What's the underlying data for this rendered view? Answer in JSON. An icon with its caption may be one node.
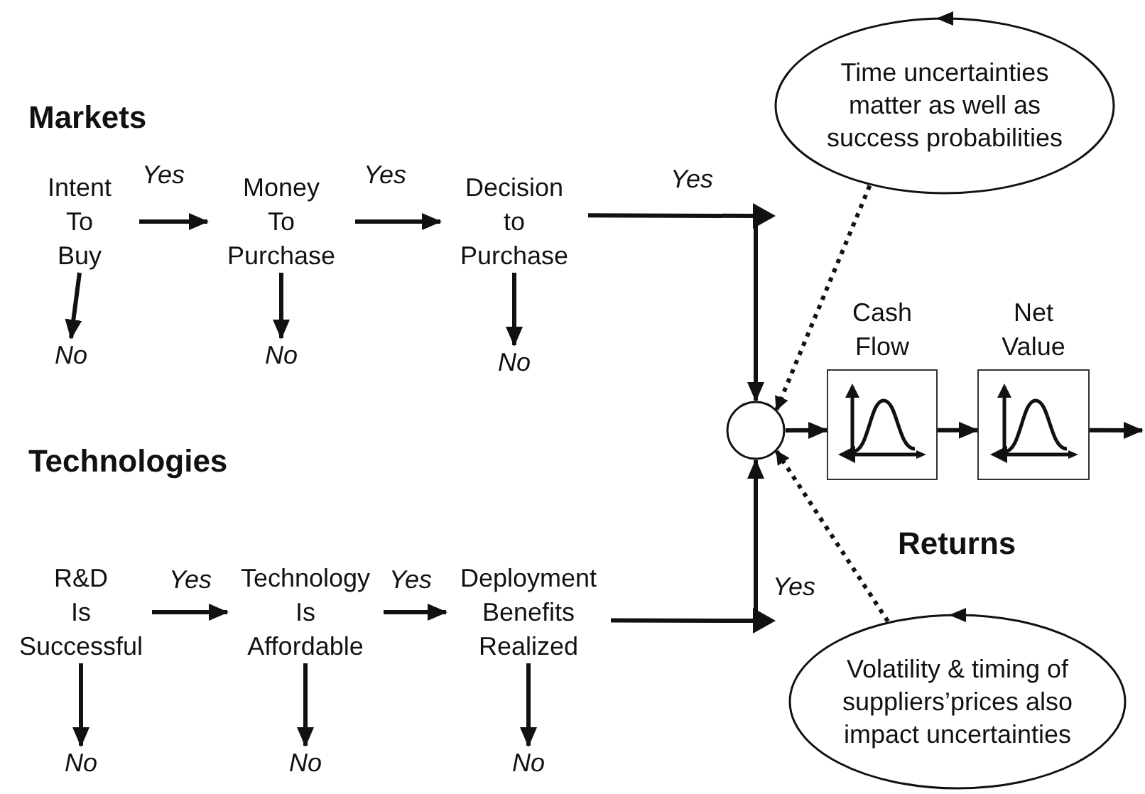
{
  "diagram": {
    "nodes": [
      {
        "text": [
          "Intent To Buy"
        ]
      },
      {
        "text": [
          "Money To Purchase"
        ]
      },
      {
        "text": [
          "Decision to Purchase"
        ]
      },
      {
        "text": [
          "No"
        ]
      },
      {
        "text": [
          "No"
        ]
      },
      {
        "text": [
          "No"
        ]
      },
      {
        "text": [
          "R&D Is Successful"
        ]
      },
      {
        "text": [
          "Technology Is Affordable"
        ]
      },
      {
        "text": [
          "Deployment Benefits Realized"
        ]
      },
      {
        "text": [
          "No"
        ]
      },
      {
        "text": [
          "No"
        ]
      },
      {
        "text": [
          "No"
        ]
      },
      {
        "text": [],
        "shape": "circle"
      },
      {
        "text": [
          "Cash Flow"
        ]
      },
      {
        "text": [
          "Net Value"
        ]
      },
      {
        "text": [
          "Time uncertainties matter as well as success probabilities"
        ]
      },
      {
        "text": [
          "Volatility & timing of suppliers’prices also impact uncertainties"
        ]
      }
    ],
    "edges": [
      {
        "from": 0,
        "to": 1,
        "arrow": "to",
        "label": "Yes"
      },
      {
        "from": 1,
        "to": 2,
        "arrow": "to",
        "label": "Yes"
      },
      {
        "from": 0,
        "to": 3,
        "arrow": "to"
      },
      {
        "from": 1,
        "to": 4,
        "arrow": "to"
      },
      {
        "from": 2,
        "to": 5,
        "arrow": "to"
      },
      {
        "from": 6,
        "to": 7,
        "arrow": "to",
        "label": "Yes"
      },
      {
        "from": 7,
        "to": 8,
        "arrow": "to",
        "label": "Yes"
      },
      {
        "from": 6,
        "to": 9,
        "arrow": "to"
      },
      {
        "from": 7,
        "to": 10,
        "arrow": "to"
      },
      {
        "from": 8,
        "to": 11,
        "arrow": "to"
      },
      {
        "from": 2,
        "to": 12,
        "arrow": "to",
        "label": "Yes"
      },
      {
        "from": 8,
        "to": 12,
        "arrow": "to",
        "label": "Yes"
      },
      {
        "from": 12,
        "to": 13,
        "arrow": "to"
      },
      {
        "from": 13,
        "to": 14,
        "arrow": "to"
      },
      {
        "from": 14,
        "to": null,
        "arrow": "to"
      },
      {
        "from": 15,
        "to": 12,
        "arrow": "to",
        "style": "dashed"
      },
      {
        "from": 16,
        "to": 12,
        "arrow": "to",
        "style": "dashed"
      }
    ],
    "labels": [
      "Markets",
      "Technologies",
      "Returns"
    ]
  }
}
